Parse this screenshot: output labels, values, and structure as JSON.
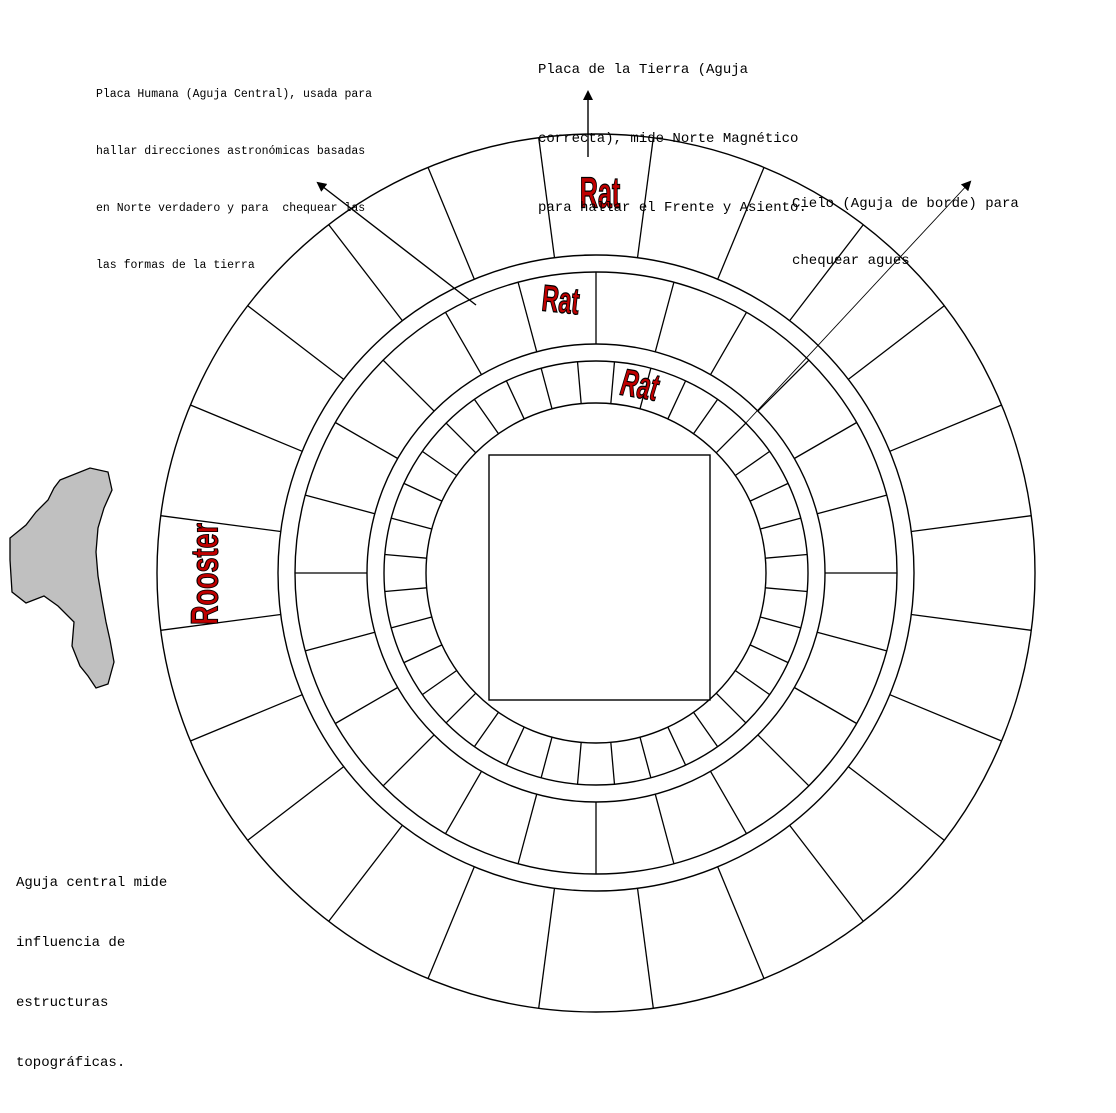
{
  "annotations": {
    "human_plate": [
      "Placa Humana (Aguja Central), usada para",
      "hallar direcciones astronómicas basadas",
      "en Norte verdadero y para  chequear las",
      "las formas de la tierra"
    ],
    "earth_plate": [
      "Placa de la Tierra (Aguja",
      "correcta), mide Norte Magnético",
      "para hallar el Frente y Asiento."
    ],
    "heaven_plate": [
      "Cielo (Aguja de borde) para",
      "chequear agues"
    ],
    "central_needle": [
      "Aguja central mide",
      "influencia de",
      "estructuras",
      "topográficas."
    ]
  },
  "ring_labels": {
    "outer_rat": "Rat",
    "middle_rat": "Rat",
    "inner_rat": "Rat",
    "outer_rooster": "Rooster"
  },
  "colors": {
    "label_fill": "#c00000",
    "landmass_fill": "#c0c0c0",
    "line": "#000000"
  }
}
